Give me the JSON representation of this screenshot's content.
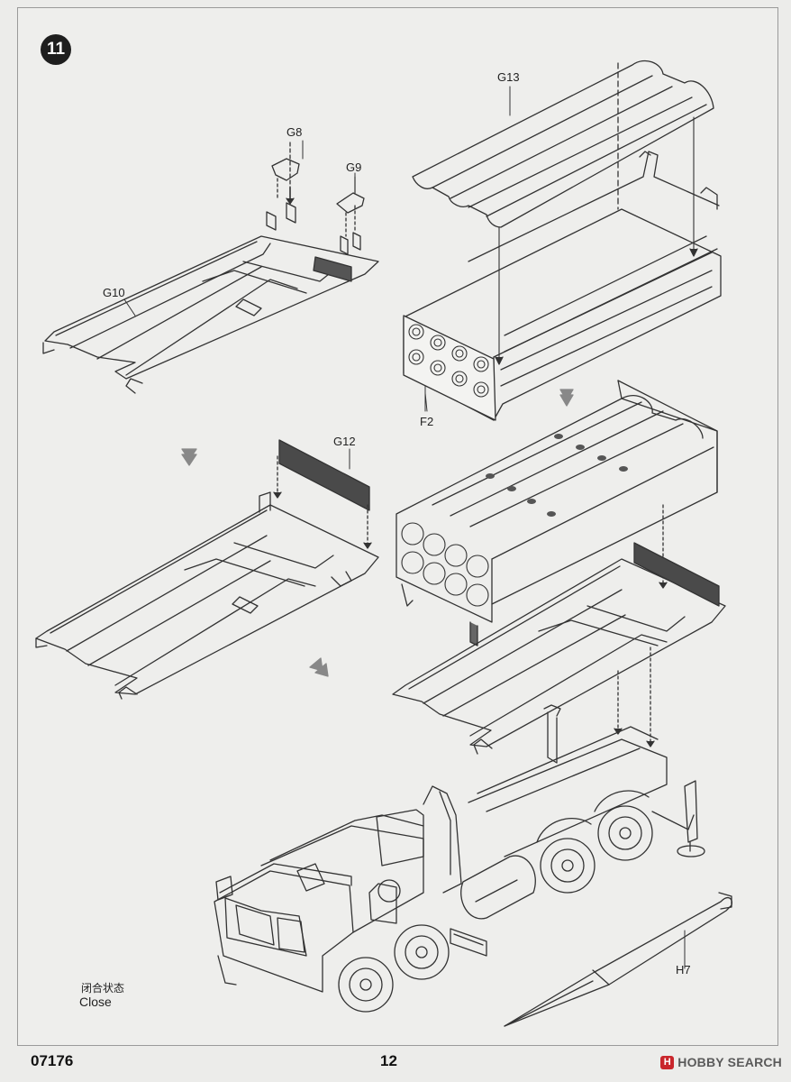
{
  "step": {
    "number": "11"
  },
  "part_labels": {
    "g8": "G8",
    "g9": "G9",
    "g10": "G10",
    "g12": "G12",
    "g13": "G13",
    "f2": "F2",
    "h7": "H7"
  },
  "state_note": {
    "chinese": "闭合状态",
    "english": "Close"
  },
  "footer": {
    "kit_number": "07176",
    "page_number": "12"
  },
  "watermark": {
    "brand": "HOBBY SEARCH",
    "logo_letter": "H"
  }
}
